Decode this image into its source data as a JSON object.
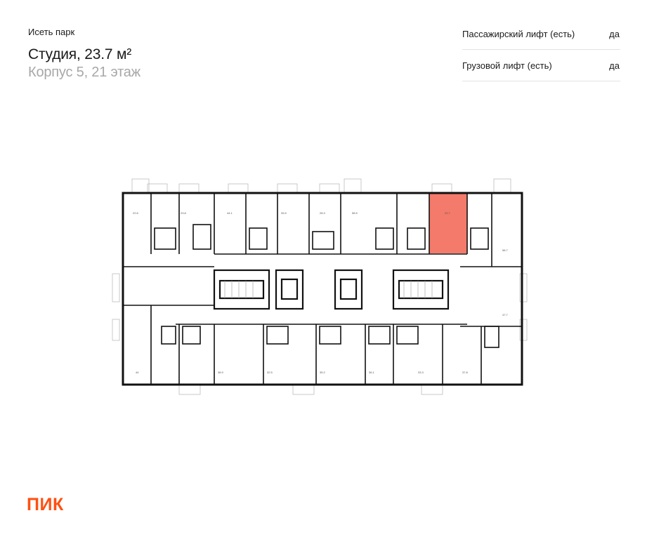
{
  "complex_name": "Исеть парк",
  "title": "Студия, 23.7 м²",
  "subtitle": "Корпус 5, 21 этаж",
  "specs": [
    {
      "label": "Пассажирский лифт (есть)",
      "value": "да"
    },
    {
      "label": "Грузовой лифт (есть)",
      "value": "да"
    }
  ],
  "plan": {
    "highlight_color": "#f47a6b",
    "rooms_top": [
      {
        "area": "22.6"
      },
      {
        "area": "23.8"
      },
      {
        "area": "44.1"
      },
      {
        "area": "26.5"
      },
      {
        "area": "28.3"
      },
      {
        "area": "58.5"
      },
      {
        "area": "23.7",
        "selected": true
      },
      {
        "area": "58.7"
      },
      {
        "area": "47.7"
      }
    ],
    "rooms_bottom": [
      {
        "area": "44"
      },
      {
        "area": "38.9"
      },
      {
        "area": "32.5"
      },
      {
        "area": "35.2"
      },
      {
        "area": "36.1"
      },
      {
        "area": "33.3"
      },
      {
        "area": "37.8"
      }
    ]
  },
  "logo_text": "ПИК",
  "brand_color": "#ff4f12"
}
